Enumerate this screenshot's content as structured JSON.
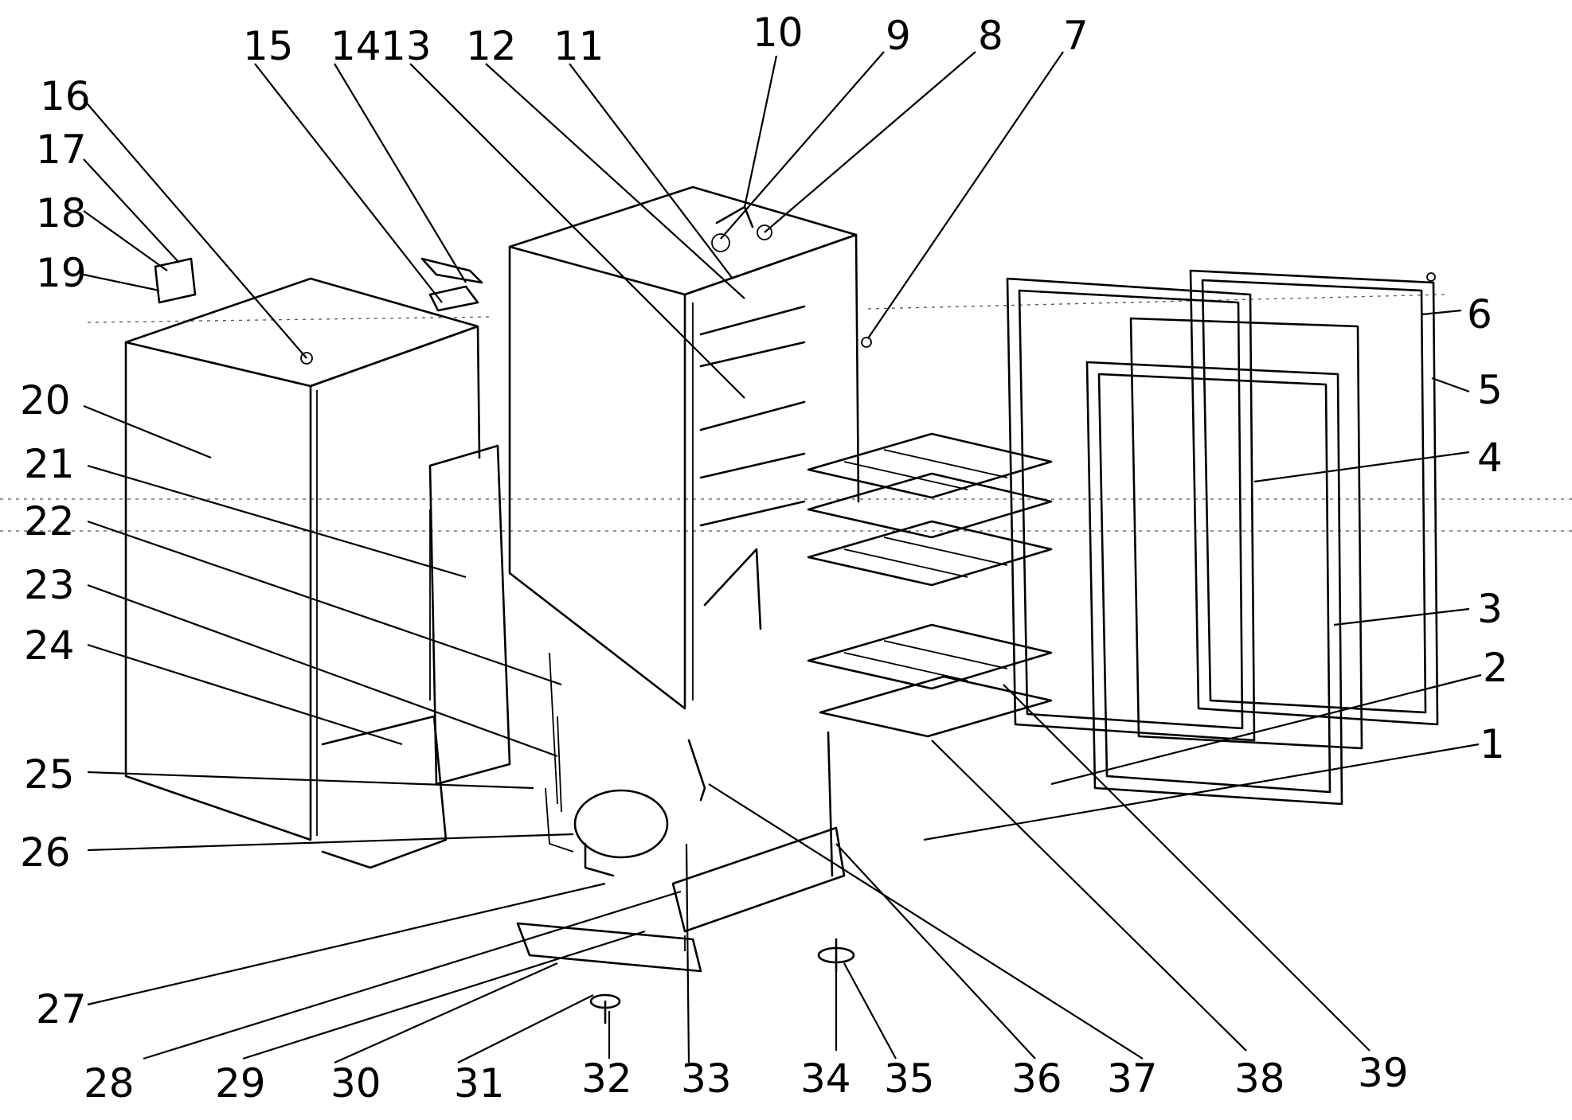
{
  "diagram": {
    "callouts": [
      "1",
      "2",
      "3",
      "4",
      "5",
      "6",
      "7",
      "8",
      "9",
      "10",
      "11",
      "12",
      "13",
      "14",
      "15",
      "16",
      "17",
      "18",
      "19",
      "20",
      "21",
      "22",
      "23",
      "24",
      "25",
      "26",
      "27",
      "28",
      "29",
      "30",
      "31",
      "32",
      "33",
      "34",
      "35",
      "36",
      "37",
      "38",
      "39"
    ]
  }
}
